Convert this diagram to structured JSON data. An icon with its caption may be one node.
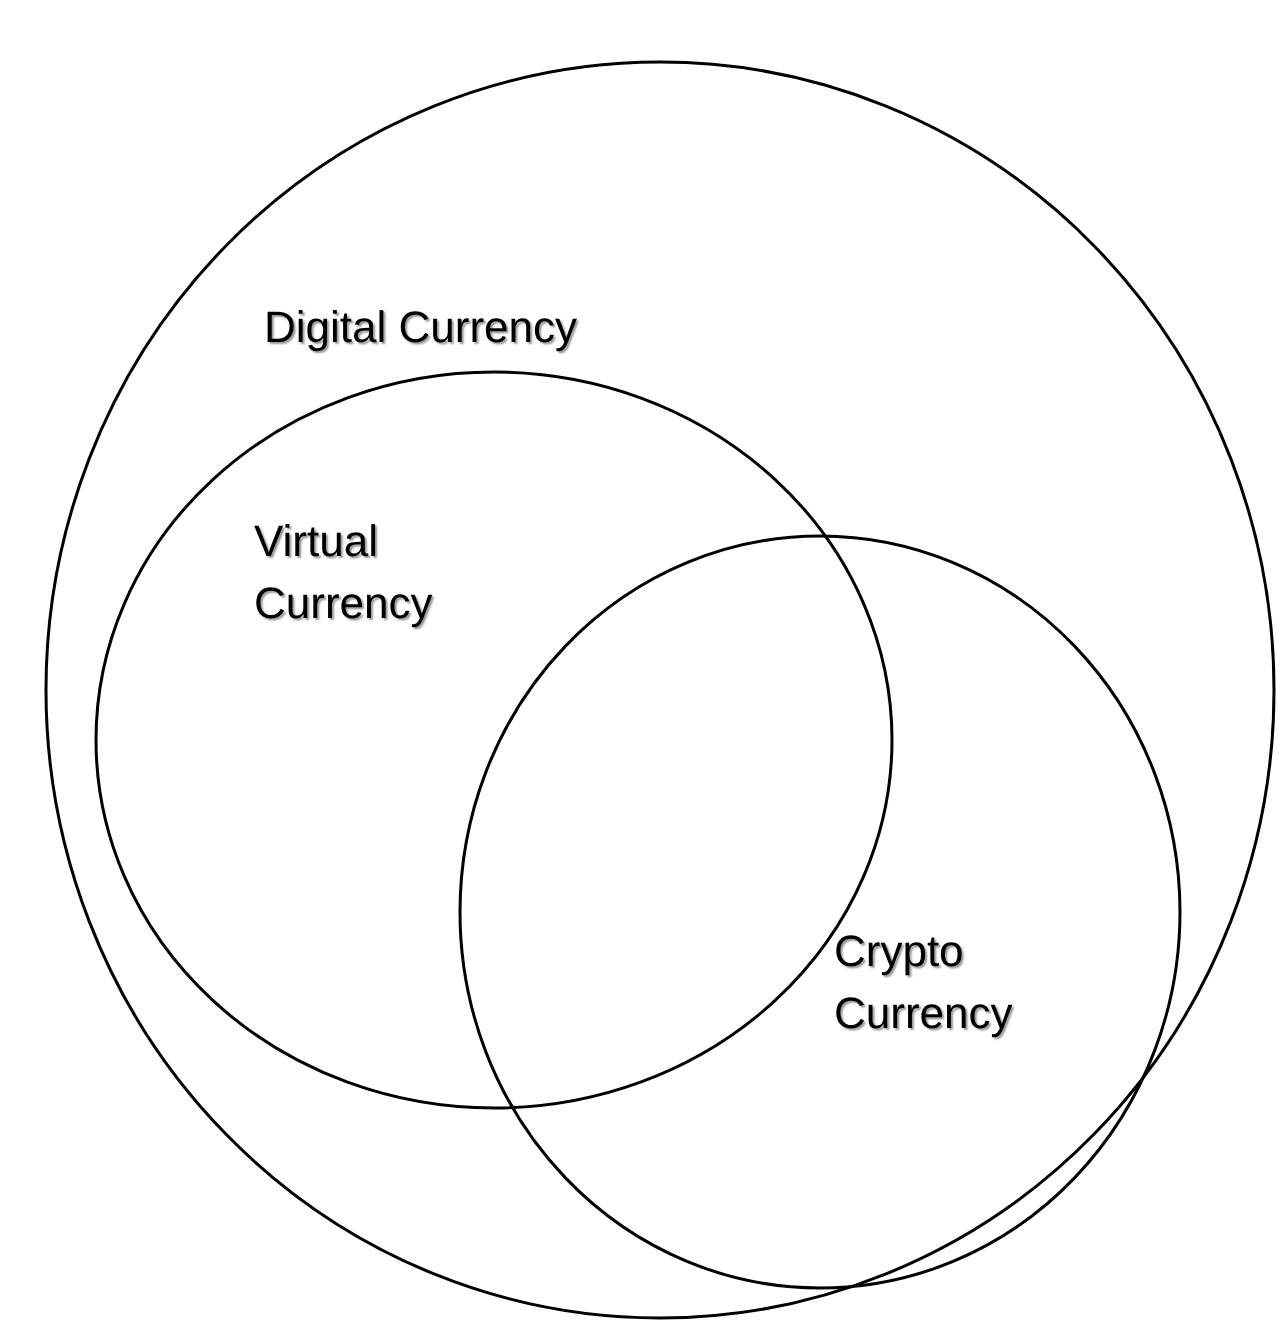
{
  "diagram": {
    "nodes": [
      {
        "text": [
          "Digital Currency"
        ]
      },
      {
        "text": [
          "Virtual Currency"
        ],
        "in": 0
      },
      {
        "text": [
          "Crypto Currency"
        ],
        "in": 0
      }
    ]
  }
}
